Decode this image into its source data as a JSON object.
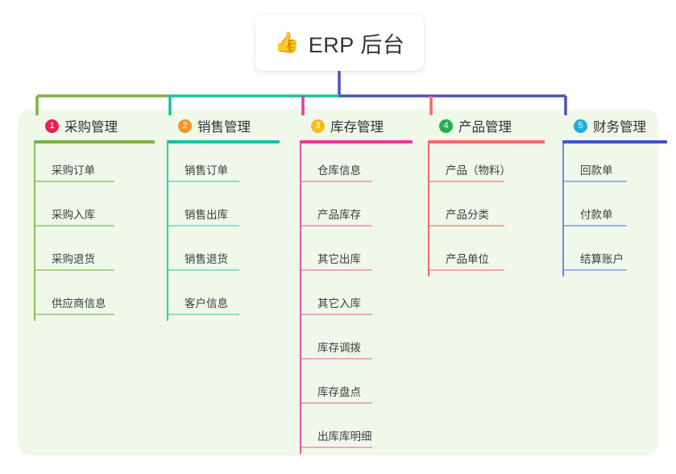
{
  "root": {
    "icon": "thumbs-up-icon",
    "icon_glyph": "👍",
    "title": "ERP 后台"
  },
  "colors": {
    "panel_background": "#eff8e9",
    "page_background": "#ffffff",
    "root_connector": "#4b53b8",
    "trunk_green": "#7cb342",
    "trunk_teal": "#18bfa5",
    "trunk_blue": "#4b53b8"
  },
  "branches": [
    {
      "number": "1",
      "title": "采购管理",
      "badge_color": "#e8214d",
      "rule_color": "#7cb342",
      "stem_color": "#8cc152",
      "child_rule_color": "#a9d18e",
      "drop_color": "#7cb342",
      "children": [
        {
          "label": "采购订单"
        },
        {
          "label": "采购入库"
        },
        {
          "label": "采购退货"
        },
        {
          "label": "供应商信息"
        }
      ]
    },
    {
      "number": "2",
      "title": "销售管理",
      "badge_color": "#f5962b",
      "rule_color": "#18bfa5",
      "stem_color": "#3fc9b4",
      "child_rule_color": "#8fdcd0",
      "drop_color": "#18bfa5",
      "children": [
        {
          "label": "销售订单"
        },
        {
          "label": "销售出库"
        },
        {
          "label": "销售退货"
        },
        {
          "label": "客户信息"
        }
      ]
    },
    {
      "number": "3",
      "title": "库存管理",
      "badge_color": "#f6bb1c",
      "rule_color": "#e8399a",
      "stem_color": "#e0559f",
      "child_rule_color": "#eda6cb",
      "drop_color": "#e8399a",
      "children": [
        {
          "label": "仓库信息"
        },
        {
          "label": "产品库存"
        },
        {
          "label": "其它出库"
        },
        {
          "label": "其它入库"
        },
        {
          "label": "库存调拨"
        },
        {
          "label": "库存盘点"
        },
        {
          "label": "出库库明细"
        }
      ]
    },
    {
      "number": "4",
      "title": "产品管理",
      "badge_color": "#21b34a",
      "rule_color": "#f4686b",
      "stem_color": "#f4686b",
      "child_rule_color": "#f7a6a6",
      "drop_color": "#f4686b",
      "children": [
        {
          "label": "产品（物料）"
        },
        {
          "label": "产品分类"
        },
        {
          "label": "产品单位"
        }
      ]
    },
    {
      "number": "5",
      "title": "财务管理",
      "badge_color": "#1eacdf",
      "rule_color": "#3d55c6",
      "stem_color": "#6f87dd",
      "child_rule_color": "#9db1e8",
      "drop_color": "#4b53b8",
      "children": [
        {
          "label": "回款单"
        },
        {
          "label": "付款单"
        },
        {
          "label": "结算账户"
        }
      ]
    }
  ]
}
